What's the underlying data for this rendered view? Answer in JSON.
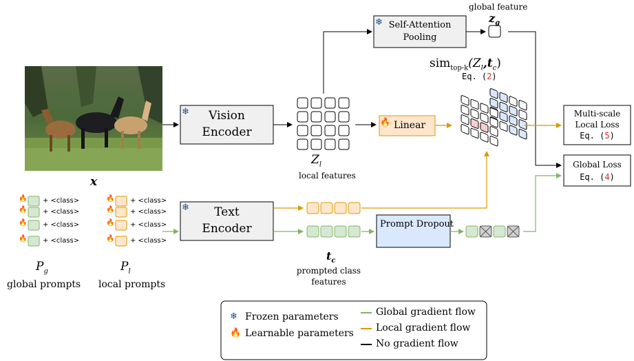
{
  "image": {
    "subject": "x"
  },
  "encoders": {
    "vision": {
      "line1": "Vision",
      "line2": "Encoder"
    },
    "text": {
      "line1": "Text",
      "line2": "Encoder"
    }
  },
  "pooling": {
    "line1": "Self-Attention",
    "line2": "Pooling"
  },
  "global_feature": {
    "label": "global feature",
    "symbol": "z",
    "sub": "g"
  },
  "local_features": {
    "symbol": "Z",
    "sub": "l",
    "label": "local features"
  },
  "linear": {
    "label": "Linear"
  },
  "similarity": {
    "prefix": "sim",
    "sub": "top-k",
    "args": "(Z",
    "args_sub": "l",
    "args_rest": ",t",
    "args_sub2": "c",
    "close": ")",
    "eq_prefix": "Eq. (",
    "eq_num": "2",
    "eq_suffix": ")"
  },
  "losses": {
    "local": {
      "line1": "Multi-scale",
      "line2": "Local Loss",
      "eq_prefix": "Eq. (",
      "eq_num": "5",
      "eq_suffix": ")"
    },
    "global": {
      "line1": "Global Loss",
      "eq_prefix": "Eq. (",
      "eq_num": "4",
      "eq_suffix": ")"
    }
  },
  "prompts": {
    "class_token": "+ <class>",
    "global": {
      "symbol": "P",
      "sub": "g",
      "label": "global prompts"
    },
    "local": {
      "symbol": "P",
      "sub": "l",
      "label": "local prompts"
    }
  },
  "prompt_dropout": {
    "label": "Prompt Dropout"
  },
  "class_features": {
    "symbol": "t",
    "sub": "c",
    "line1": "prompted class",
    "line2": "features"
  },
  "legend": {
    "frozen": "Frozen parameters",
    "learnable": "Learnable parameters",
    "global_flow": "Global gradient flow",
    "local_flow": "Local gradient flow",
    "no_flow": "No gradient flow"
  },
  "colors": {
    "green_fill": "#d5e8d4",
    "green_stroke": "#82b366",
    "green_line": "#82b366",
    "orange_fill": "#ffe6cc",
    "orange_stroke": "#d79b00",
    "orange_line": "#d79b00",
    "gray_fill": "#f0f0f0",
    "blue_fill": "#dae8fc",
    "red_fill": "#f8cecc",
    "eq_red": "#d62728"
  }
}
